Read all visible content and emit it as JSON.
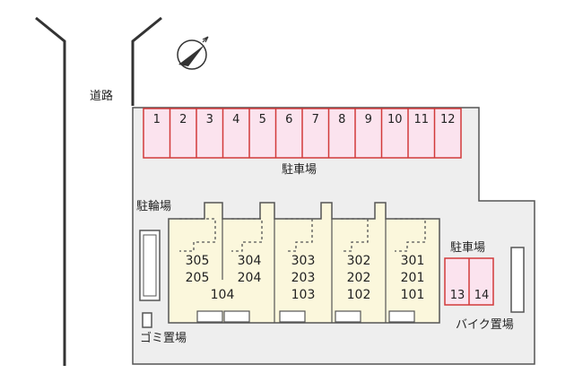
{
  "labels": {
    "road": "道路",
    "parking_main": "駐車場",
    "bicycle_parking": "駐輪場",
    "garbage_area": "ゴミ置場",
    "parking_side": "駐車場",
    "bike_parking": "バイク置場"
  },
  "parking_main": [
    "1",
    "2",
    "3",
    "4",
    "5",
    "6",
    "7",
    "8",
    "9",
    "10",
    "11",
    "12"
  ],
  "parking_side": [
    "13",
    "14"
  ],
  "units": {
    "col_a": [
      "305",
      "205"
    ],
    "col_b": [
      "304",
      "204"
    ],
    "col_ab_ground": "104",
    "col_c": [
      "303",
      "203",
      "103"
    ],
    "col_d": [
      "302",
      "202",
      "102"
    ],
    "col_e": [
      "301",
      "201",
      "101"
    ]
  },
  "colors": {
    "road_line": "#333333",
    "lot_fill": "#eeeeee",
    "building_fill": "#fbf7dc",
    "parking_fill": "#fbe3ee",
    "parking_border": "#d23a3a",
    "stair": "#555555"
  },
  "compass": {
    "icon": "north-compass-icon"
  }
}
